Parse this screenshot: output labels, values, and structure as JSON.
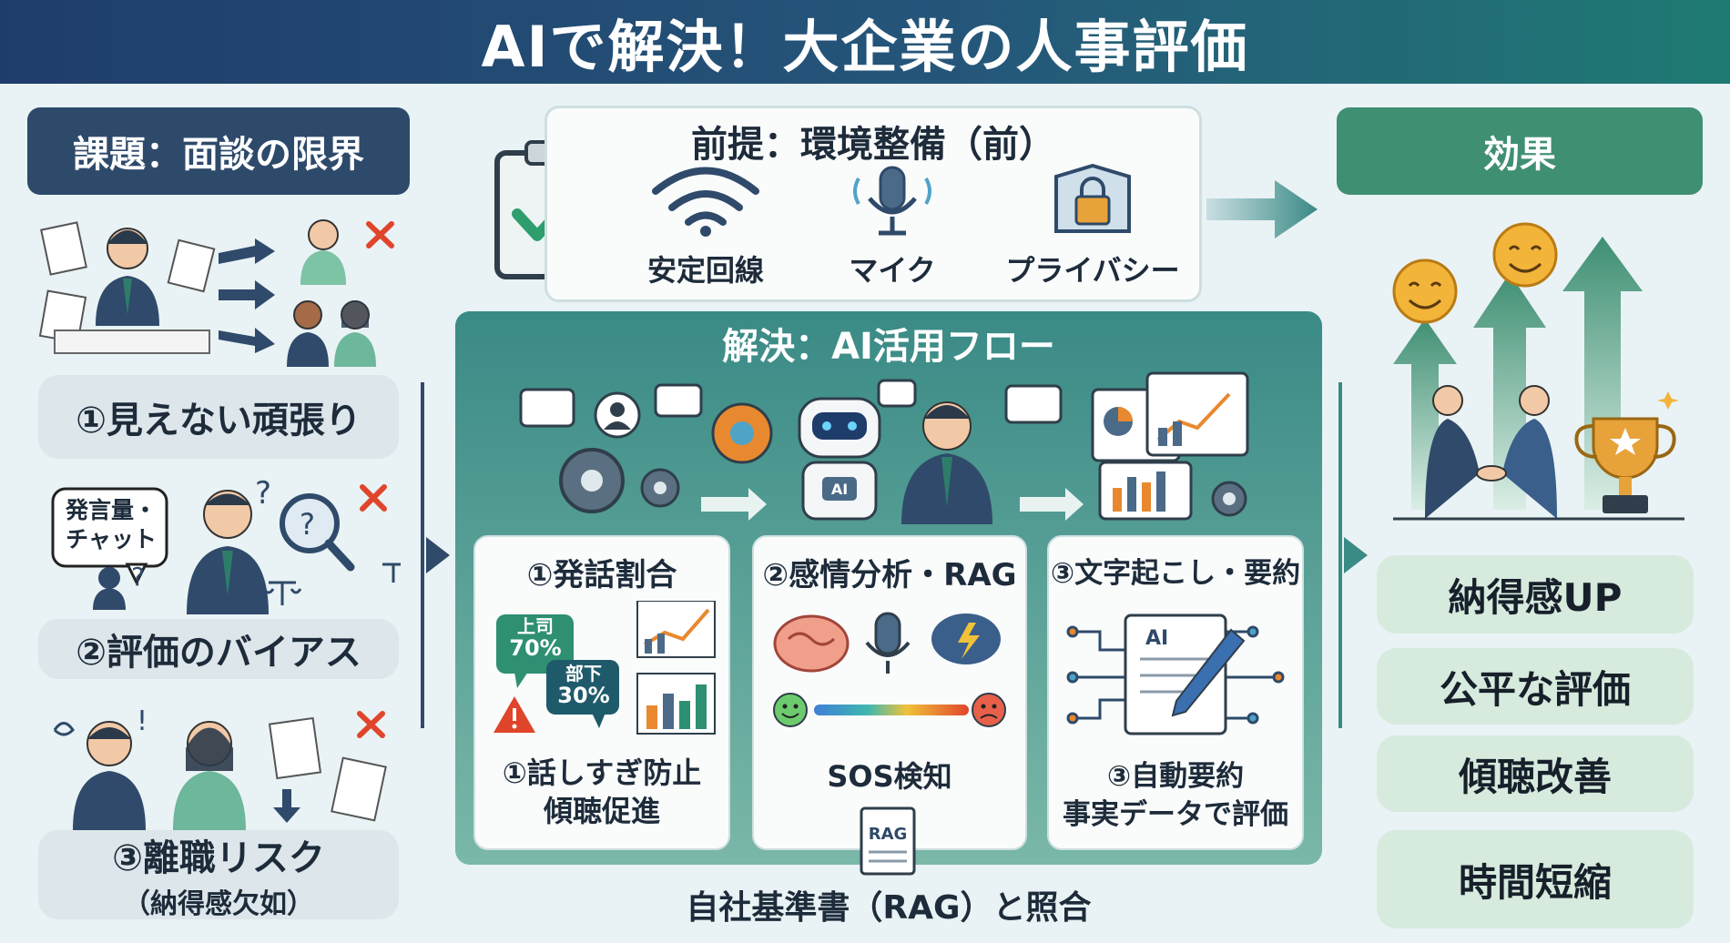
{
  "title": "AIで解決！大企業の人事評価",
  "issues": {
    "heading": "課題：面談の限界",
    "items": [
      {
        "label": "①見えない頑張り"
      },
      {
        "label": "②評価のバイアス",
        "bubble_line1": "発言量・",
        "bubble_line2": "チャット"
      },
      {
        "label_line1": "③離職リスク",
        "label_line2": "（納得感欠如）"
      }
    ]
  },
  "premise": {
    "heading": "前提：環境整備（前）",
    "items": [
      {
        "icon": "wifi-icon",
        "label": "安定回線"
      },
      {
        "icon": "microphone-icon",
        "label": "マイク"
      },
      {
        "icon": "lock-icon",
        "label": "プライバシー"
      }
    ]
  },
  "solution": {
    "heading": "解決：AI活用フロー",
    "robot_badge": "AI",
    "cards": [
      {
        "heading": "①発話割合",
        "boss_label": "上司",
        "boss_value": "70%",
        "sub_label": "部下",
        "sub_value": "30%",
        "caption_line1": "①話しすぎ防止",
        "caption_line2": "傾聴促進"
      },
      {
        "heading": "②感情分析・RAG",
        "caption_line1": "SOS検知",
        "caption_line2": ""
      },
      {
        "heading": "③文字起こし・要約",
        "doc_badge": "AI",
        "caption_line1": "③自動要約",
        "caption_line2": "事実データで評価"
      }
    ],
    "rag_doc": "RAG",
    "footer": "自社基準書（RAG）と照合"
  },
  "effects": {
    "heading": "効果",
    "items": [
      "納得感UP",
      "公平な評価",
      "傾聴改善",
      "時間短縮"
    ]
  },
  "colors": {
    "header_dark": "#1f3d6b",
    "issue_heading": "#2e4a6b",
    "solution_teal": "#3a8a86",
    "effect_green": "#3f8f73",
    "warning_red": "#e0452b"
  }
}
